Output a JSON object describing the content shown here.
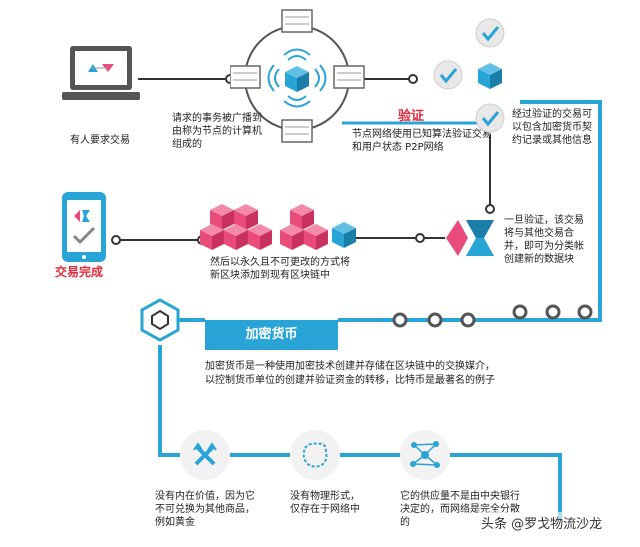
{
  "steps": {
    "request": "有人要求交易",
    "broadcast": "请求的事务被广播到由称为节点的计算机组成的",
    "verify_title": "验证",
    "verify_desc": "节点网络使用已知算法验证交易和用户状态 P2P网络",
    "verified": "经过验证的交易可以包含加密货币契约记录或其他信息",
    "combined": "一旦验证，该交易将与其他交易合并，即可为分类帐创建新的数据块",
    "appended": "然后以永久且不可更改的方式将新区块添加到现有区块链中",
    "complete": "交易完成"
  },
  "crypto": {
    "title": "加密货币",
    "desc": "加密货币是一种使用加密技术创建并存储在区块链中的交换媒介，以控制货币单位的创建并验证资金的转移，比特币是最著名的例子"
  },
  "properties": [
    "没有内在价值，因为它不可兑换为其他商品，例如黄金",
    "没有物理形式，仅存在于网络中",
    "它的供应量不是由中央银行决定的，而网络是完全分散的"
  ],
  "watermark": "头条 @罗戈物流沙龙",
  "colors": {
    "accent": "#29a4d6",
    "red": "#e02b3c",
    "pink": "#e94b7b",
    "dark": "#333333"
  }
}
